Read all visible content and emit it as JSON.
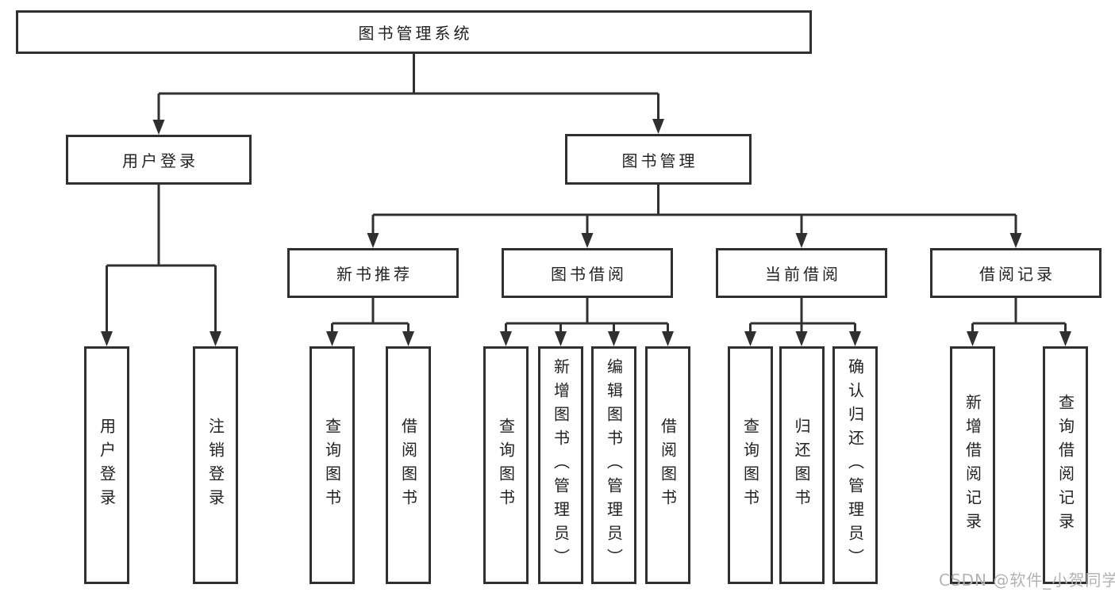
{
  "colors": {
    "line": "#303030",
    "box_border": "#303030",
    "box_fill": "#ffffff",
    "text": "#222222",
    "watermark": "#b3b3b3",
    "background": "#ffffff"
  },
  "watermark": {
    "text": "CSDN @软件_小贺同学"
  },
  "tree": {
    "root": {
      "label": "图书管理系统"
    },
    "branches": [
      {
        "label": "用户登录",
        "children": [
          {
            "label": "用户登录"
          },
          {
            "label": "注销登录"
          }
        ]
      },
      {
        "label": "图书管理",
        "children": [
          {
            "label": "新书推荐",
            "children": [
              {
                "label": "查询图书"
              },
              {
                "label": "借阅图书"
              }
            ]
          },
          {
            "label": "图书借阅",
            "children": [
              {
                "label": "查询图书"
              },
              {
                "label": "新增图书（管理员）"
              },
              {
                "label": "编辑图书（管理员）"
              },
              {
                "label": "借阅图书"
              }
            ]
          },
          {
            "label": "当前借阅",
            "children": [
              {
                "label": "查询图书"
              },
              {
                "label": "归还图书"
              },
              {
                "label": "确认归还（管理员）"
              }
            ]
          },
          {
            "label": "借阅记录",
            "children": [
              {
                "label": "新增借阅记录"
              },
              {
                "label": "查询借阅记录"
              }
            ]
          }
        ]
      }
    ]
  }
}
